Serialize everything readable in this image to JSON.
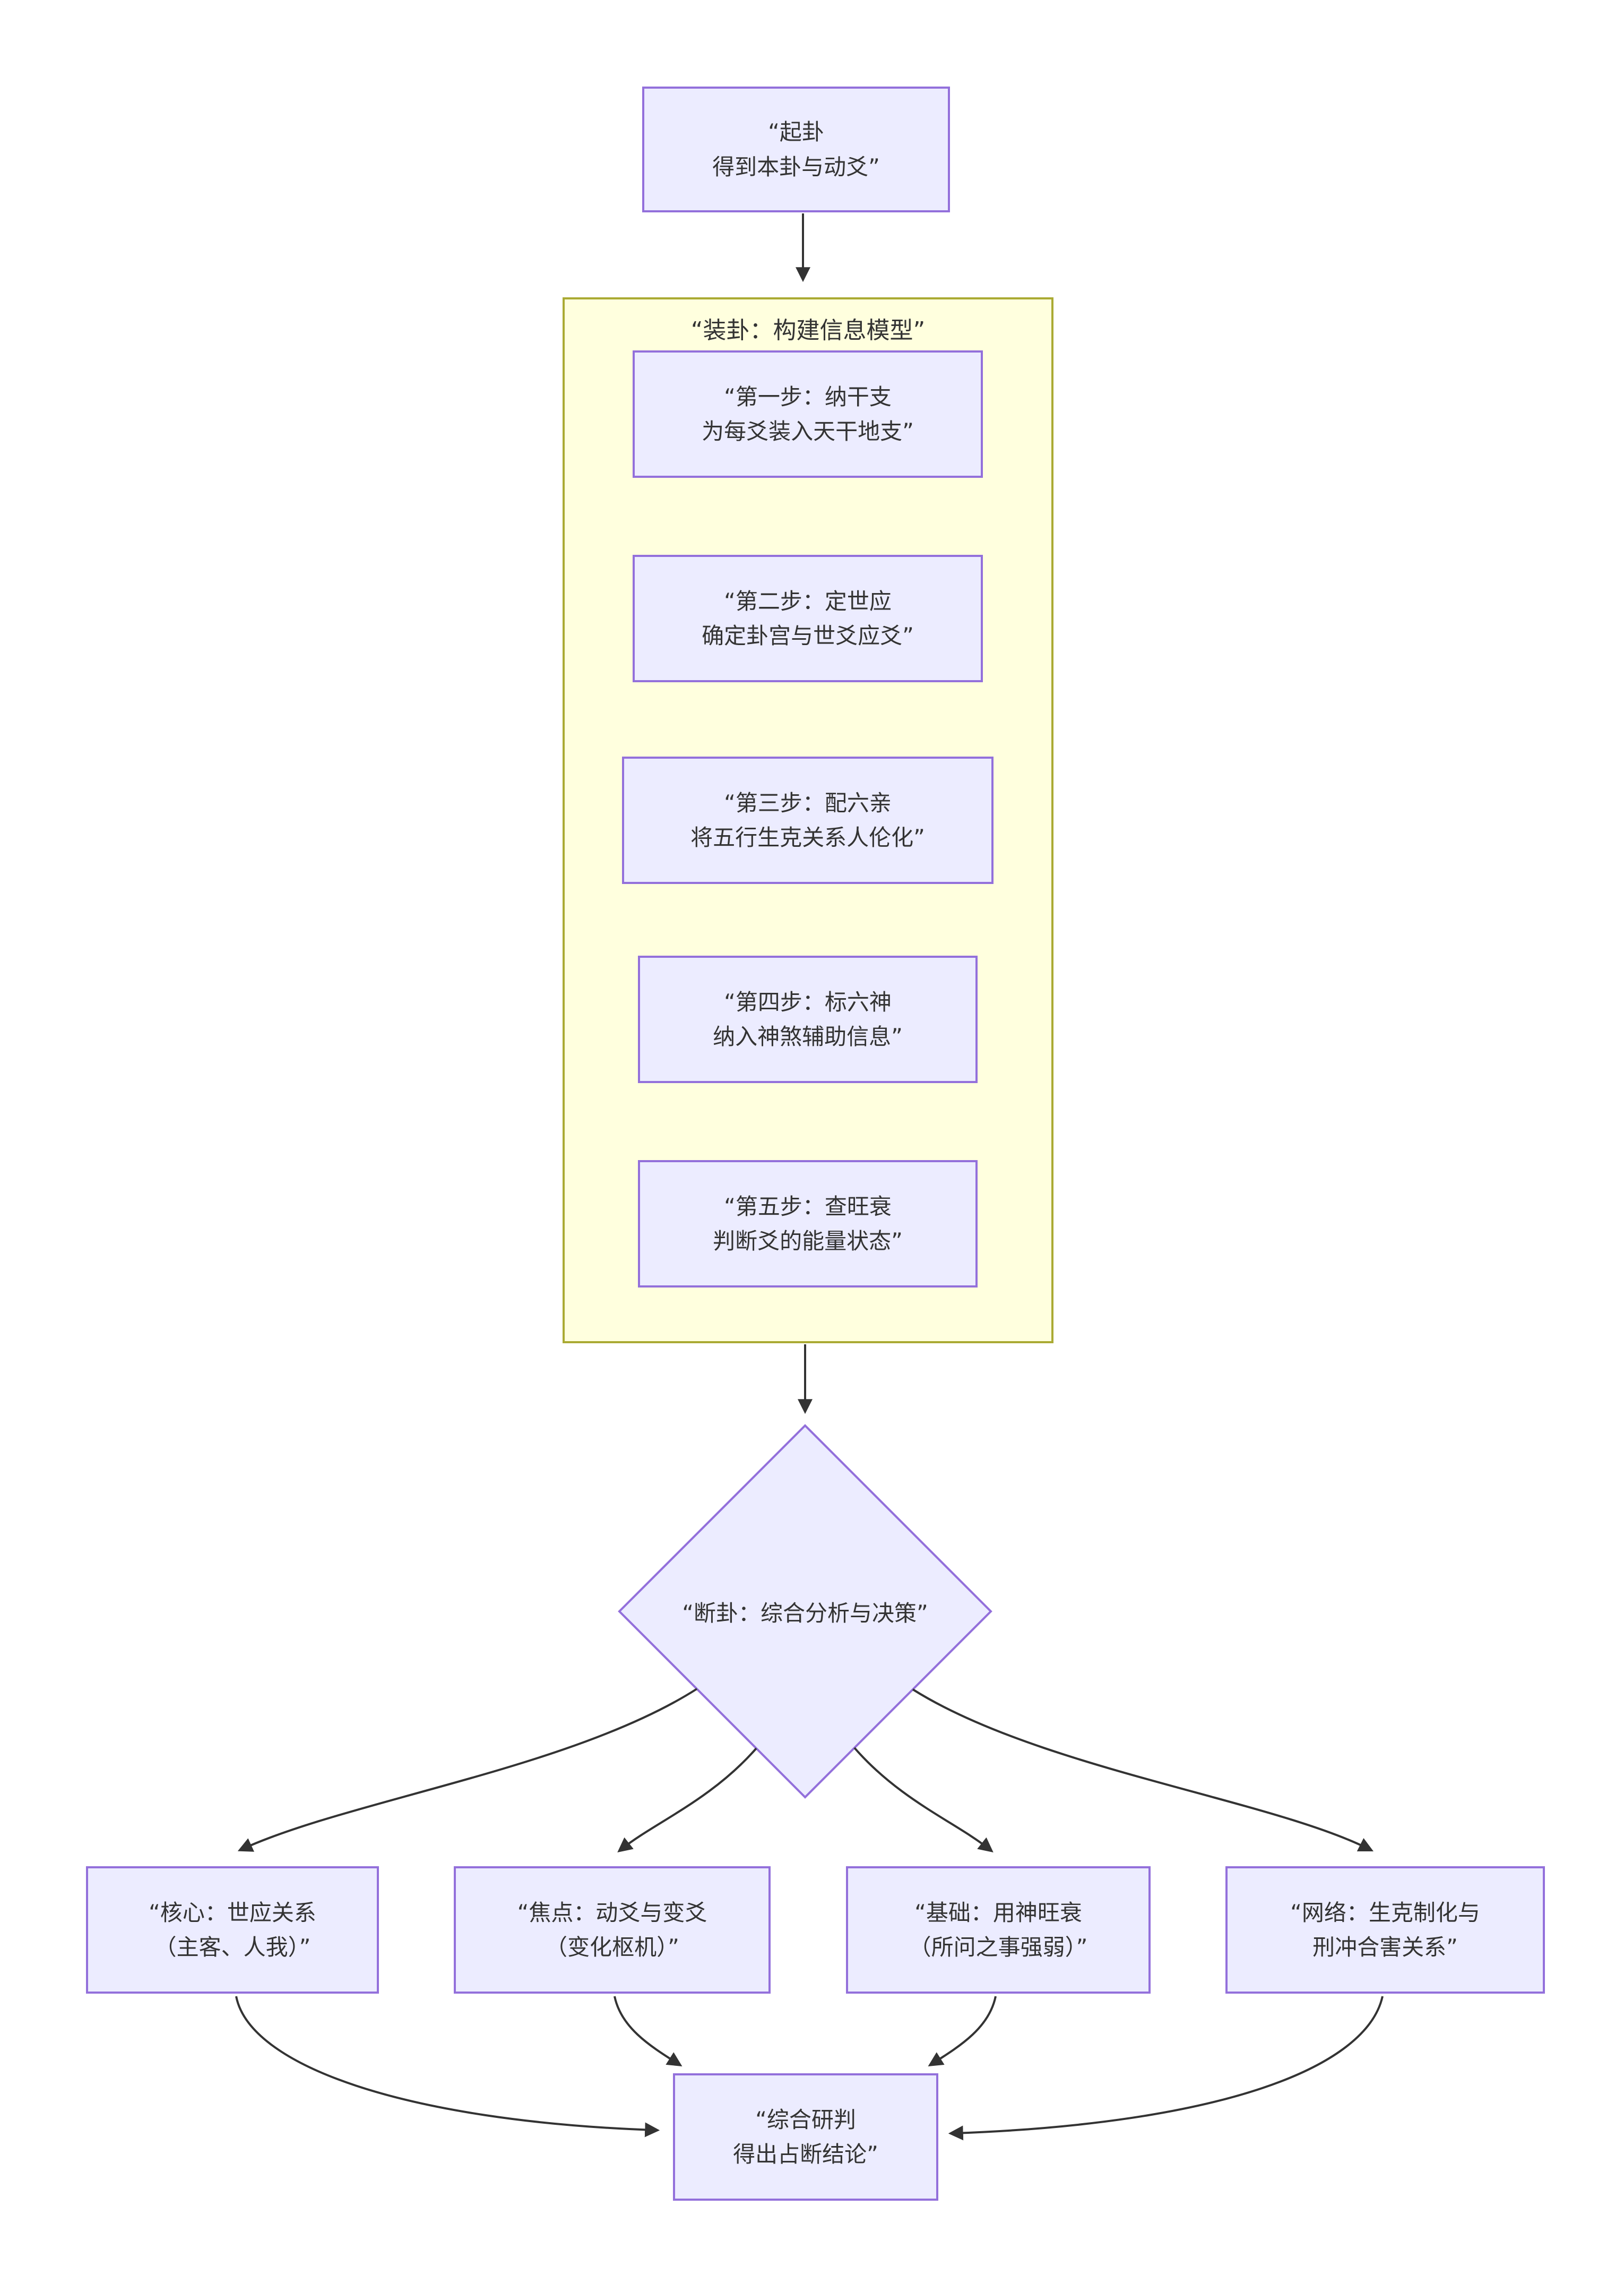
{
  "diagram_type": "flowchart-top-down",
  "colors": {
    "node_fill": "#ECECFF",
    "node_border": "#9370DB",
    "container_fill": "#FFFFDE",
    "container_border": "#AAAA33",
    "edge_color": "#333333",
    "text_color": "#333333",
    "bg_color": "#FFFFFF"
  },
  "nodes": {
    "start": {
      "label": "“起卦\n得到本卦与动爻”"
    },
    "assembly": {
      "title": "“装卦：构建信息模型”",
      "steps": [
        {
          "label": "“第一步：纳干支\n为每爻装入天干地支”"
        },
        {
          "label": "“第二步：定世应\n确定卦宫与世爻应爻”"
        },
        {
          "label": "“第三步：配六亲\n将五行生克关系人伦化”"
        },
        {
          "label": "“第四步：标六神\n纳入神煞辅助信息”"
        },
        {
          "label": "“第五步：查旺衰\n判断爻的能量状态”"
        }
      ]
    },
    "decision": {
      "label": "“断卦：综合分析与决策”"
    },
    "branches": [
      {
        "label": "“核心：世应关系\n（主客、人我）”"
      },
      {
        "label": "“焦点：动爻与变爻\n（变化枢机）”"
      },
      {
        "label": "“基础：用神旺衰\n（所问之事强弱）”"
      },
      {
        "label": "“网络：生克制化与\n刑冲合害关系”"
      }
    ],
    "conclusion": {
      "label": "“综合研判\n得出占断结论”"
    }
  }
}
